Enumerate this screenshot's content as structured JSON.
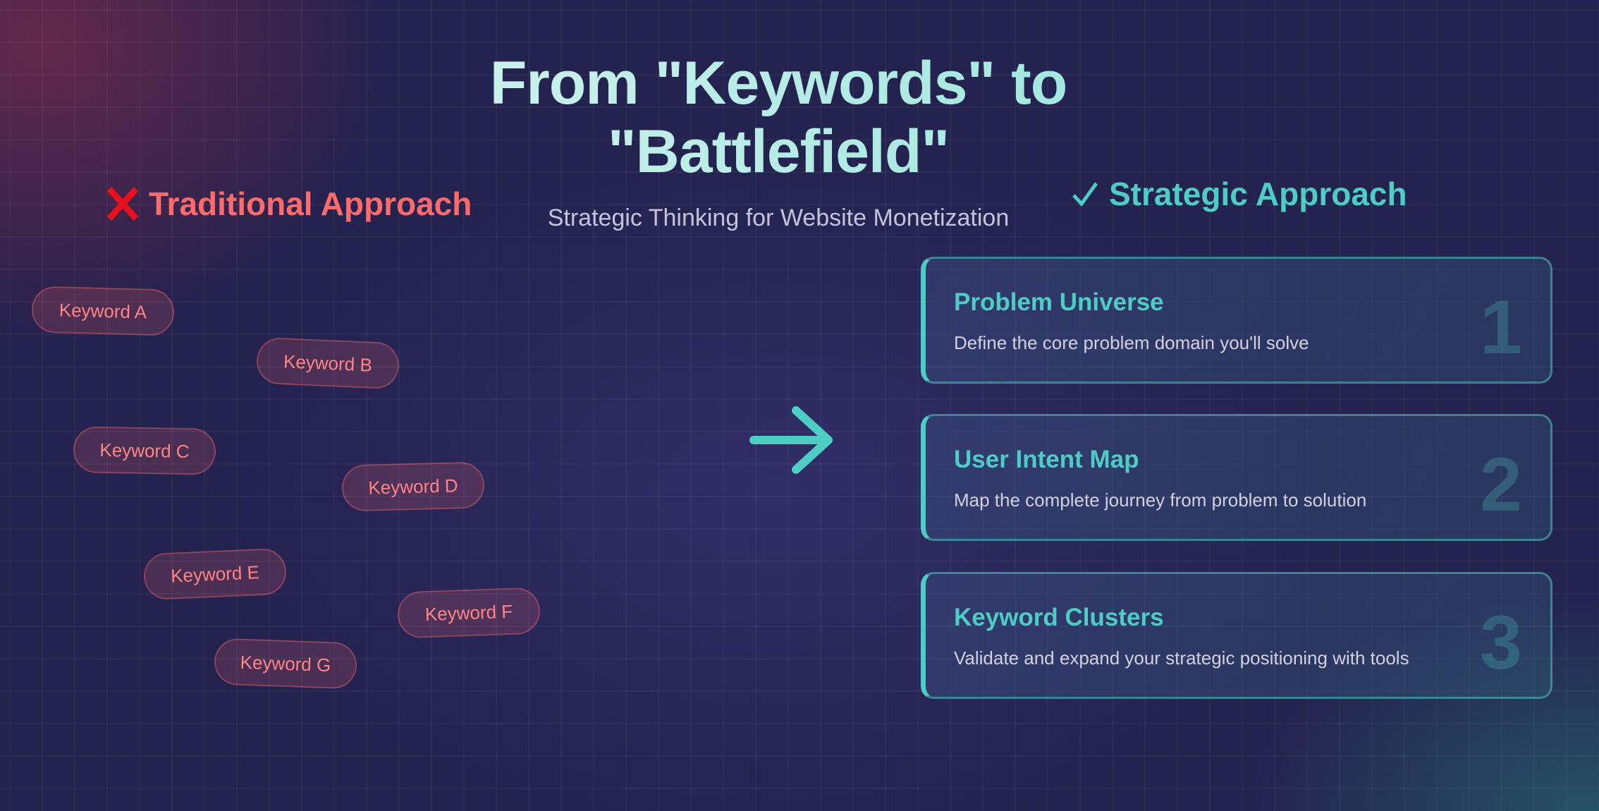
{
  "title": {
    "line1": "From \"Keywords\" to",
    "line2": "\"Battlefield\""
  },
  "subtitle": "Strategic Thinking for Website Monetization",
  "traditional": {
    "icon": "cross-icon",
    "label": "Traditional Approach",
    "keywords": [
      "Keyword A",
      "Keyword B",
      "Keyword C",
      "Keyword D",
      "Keyword E",
      "Keyword F",
      "Keyword G"
    ]
  },
  "strategic": {
    "icon": "check-icon",
    "label": "Strategic Approach",
    "cards": [
      {
        "title": "Problem Universe",
        "description": "Define the core problem domain you'll solve",
        "number": "1"
      },
      {
        "title": "User Intent Map",
        "description": "Map the complete journey from problem to solution",
        "number": "2"
      },
      {
        "title": "Keyword Clusters",
        "description": "Validate and expand your strategic positioning with tools",
        "number": "3"
      }
    ]
  },
  "colors": {
    "red": "#ff6b6b",
    "teal": "#4ecdc4"
  }
}
